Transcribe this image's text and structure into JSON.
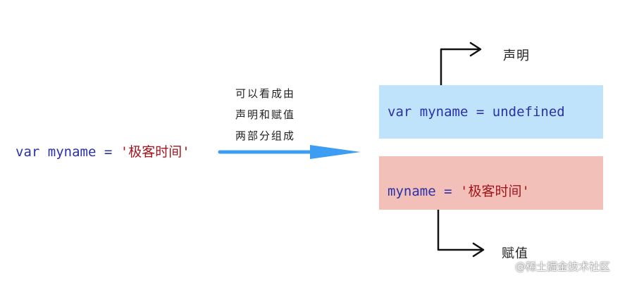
{
  "source": {
    "keyword": "var",
    "name": "myname",
    "operator": "=",
    "value": "'极客时间'"
  },
  "caption": {
    "lines": [
      "可以看成由",
      "声明和赋值",
      "两部分组成"
    ]
  },
  "declaration": {
    "keyword": "var",
    "name": "myname",
    "operator": "=",
    "value": "undefined",
    "label": "声明"
  },
  "assignment": {
    "name": "myname",
    "operator": "=",
    "value": "'极客时间'",
    "label": "赋值"
  },
  "watermark": "@稀土掘金技术社区",
  "colors": {
    "keyword": "#2b2fa8",
    "string": "#a3151c",
    "declaration_box": "#bfe3fb",
    "assignment_box": "#f2c0b8",
    "main_arrow": "#3d9df2"
  }
}
